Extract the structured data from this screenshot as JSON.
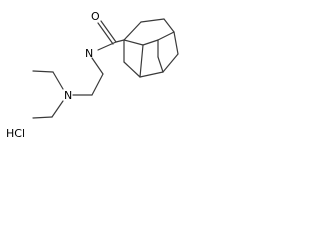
{
  "molecule": {
    "labels": {
      "oxygen": "O",
      "amide_nitrogen": "N",
      "amine_nitrogen": "N",
      "salt": "HCl"
    },
    "colors": {
      "bond": "#3a3a3a",
      "text": "#000000",
      "background": "#ffffff"
    }
  }
}
